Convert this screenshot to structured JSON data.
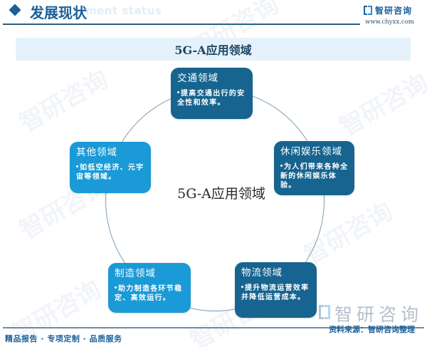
{
  "header": {
    "title": "发展现状",
    "ghost_text": "ment status",
    "brand_name": "智研咨询",
    "brand_url": "www.chyxx.com"
  },
  "banner": {
    "title": "5G-A应用领域"
  },
  "diagram": {
    "center_label": "5G-A应用领域",
    "nodes": [
      {
        "title": "交通领域",
        "description": "提高交通出行的安全性和效率。",
        "color": "#16648f"
      },
      {
        "title": "休闲娱乐领域",
        "description": "为人们带来各种全新的休闲娱乐体验。",
        "color": "#16648f"
      },
      {
        "title": "物流领域",
        "description": "提升物流运营效率并降低运营成本。",
        "color": "#16648f"
      },
      {
        "title": "制造领域",
        "description": "助力制造各环节稳定、高效运行。",
        "color": "#1a9ad6"
      },
      {
        "title": "其他领域",
        "description": "如低空经济、元宇宙等领域。",
        "color": "#1a9ad6"
      }
    ]
  },
  "footer": {
    "tagline": "精品报告 · 专项定制 · 品质服务",
    "watermark_brand": "智研咨询",
    "source": "资料来源：智研咨询整理"
  },
  "colors": {
    "accent_dark": "#16648f",
    "accent_light": "#1a9ad6",
    "header_blue": "#1c5f99",
    "banner_bg": "#e5f2fb"
  }
}
